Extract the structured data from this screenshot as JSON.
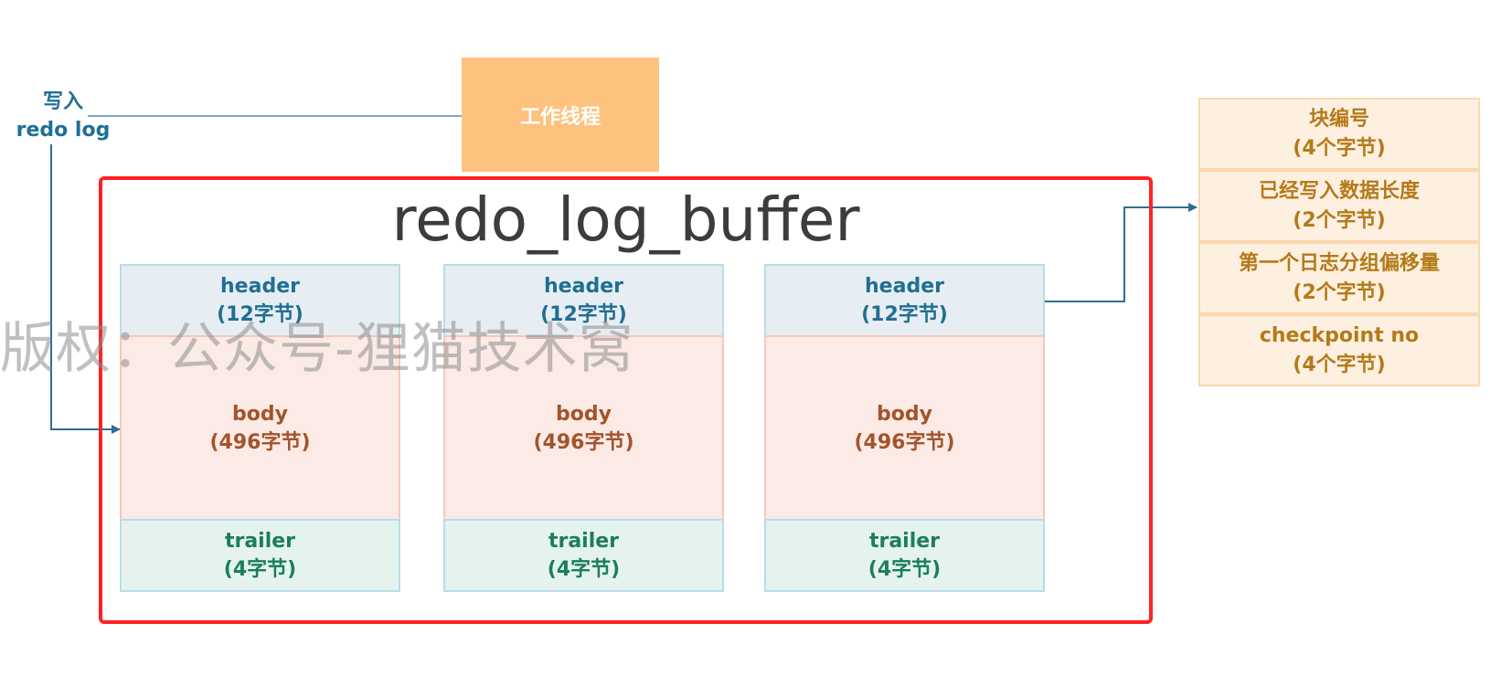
{
  "write_label": {
    "line1": "写入",
    "line2": "redo log"
  },
  "worker_thread": "工作线程",
  "buffer_title": "redo_log_buffer",
  "blocks": [
    {
      "header": {
        "name": "header",
        "size": "(12字节)"
      },
      "body": {
        "name": "body",
        "size": "(496字节)"
      },
      "trailer": {
        "name": "trailer",
        "size": "(4字节)"
      }
    },
    {
      "header": {
        "name": "header",
        "size": "(12字节)"
      },
      "body": {
        "name": "body",
        "size": "(496字节)"
      },
      "trailer": {
        "name": "trailer",
        "size": "(4字节)"
      }
    },
    {
      "header": {
        "name": "header",
        "size": "(12字节)"
      },
      "body": {
        "name": "body",
        "size": "(496字节)"
      },
      "trailer": {
        "name": "trailer",
        "size": "(4字节)"
      }
    }
  ],
  "header_fields": [
    {
      "name": "块编号",
      "size": "(4个字节)"
    },
    {
      "name": "已经写入数据长度",
      "size": "(2个字节)"
    },
    {
      "name": "第一个日志分组偏移量",
      "size": "(2个字节)"
    },
    {
      "name": "checkpoint no",
      "size": "(4个字节)"
    }
  ],
  "watermark": "版权：公众号-狸猫技术窝",
  "colors": {
    "frame": "#ff2222",
    "thread": "#fec27f",
    "arrow": "#2f6e93"
  }
}
